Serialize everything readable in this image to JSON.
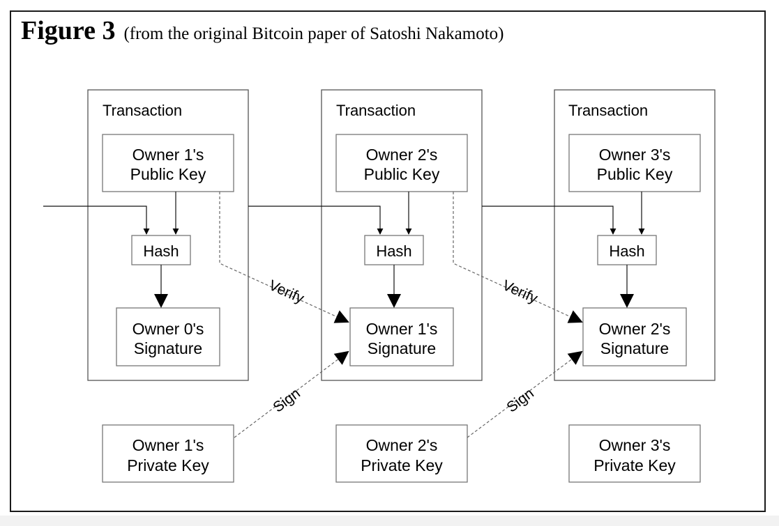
{
  "heading": {
    "label": "Figure 3",
    "subtitle": "(from the original Bitcoin paper of Satoshi Nakamoto)"
  },
  "diagram": {
    "transactions": [
      {
        "title": "Transaction",
        "public_key": [
          "Owner 1's",
          "Public Key"
        ],
        "hash": "Hash",
        "signature": [
          "Owner 0's",
          "Signature"
        ]
      },
      {
        "title": "Transaction",
        "public_key": [
          "Owner 2's",
          "Public Key"
        ],
        "hash": "Hash",
        "signature": [
          "Owner 1's",
          "Signature"
        ]
      },
      {
        "title": "Transaction",
        "public_key": [
          "Owner 3's",
          "Public Key"
        ],
        "hash": "Hash",
        "signature": [
          "Owner 2's",
          "Signature"
        ]
      }
    ],
    "private_keys": [
      [
        "Owner 1's",
        "Private Key"
      ],
      [
        "Owner 2's",
        "Private Key"
      ],
      [
        "Owner 3's",
        "Private Key"
      ]
    ],
    "verify_label": "Verify",
    "sign_label": "Sign"
  }
}
